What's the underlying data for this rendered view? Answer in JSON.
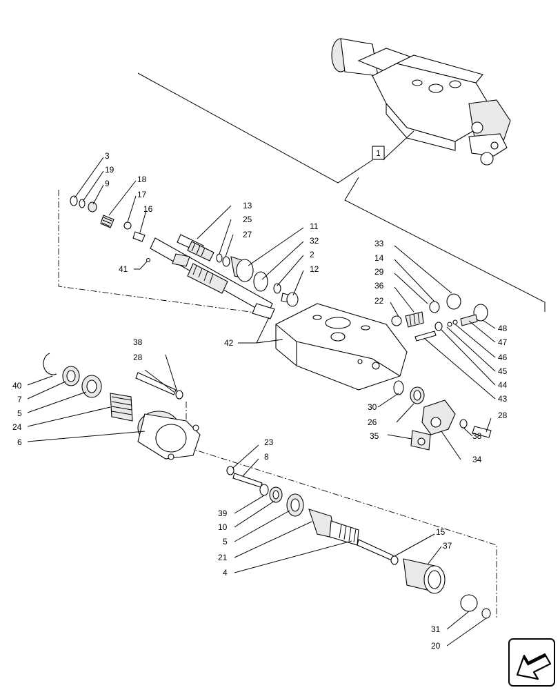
{
  "ref_box": "1",
  "labels": {
    "l3": "3",
    "l19": "19",
    "l9": "9",
    "l18": "18",
    "l17": "17",
    "l16": "16",
    "l41": "41",
    "l13": "13",
    "l25": "25",
    "l27": "27",
    "l11": "11",
    "l32": "32",
    "l2": "2",
    "l12": "12",
    "l33": "33",
    "l14": "14",
    "l29": "29",
    "l36": "36",
    "l22": "22",
    "l48": "48",
    "l47": "47",
    "l46": "46",
    "l45": "45",
    "l44": "44",
    "l43": "43",
    "l42": "42",
    "l38a": "38",
    "l28a": "28",
    "l40": "40",
    "l7": "7",
    "l5a": "5",
    "l24": "24",
    "l6": "6",
    "l30": "30",
    "l26": "26",
    "l35": "35",
    "l34": "34",
    "l38b": "38",
    "l28b": "28",
    "l23": "23",
    "l8": "8",
    "l39": "39",
    "l10": "10",
    "l5b": "5",
    "l21": "21",
    "l4": "4",
    "l15": "15",
    "l37": "37",
    "l31": "31",
    "l20": "20"
  },
  "nav_icon": "arrow-back-icon"
}
